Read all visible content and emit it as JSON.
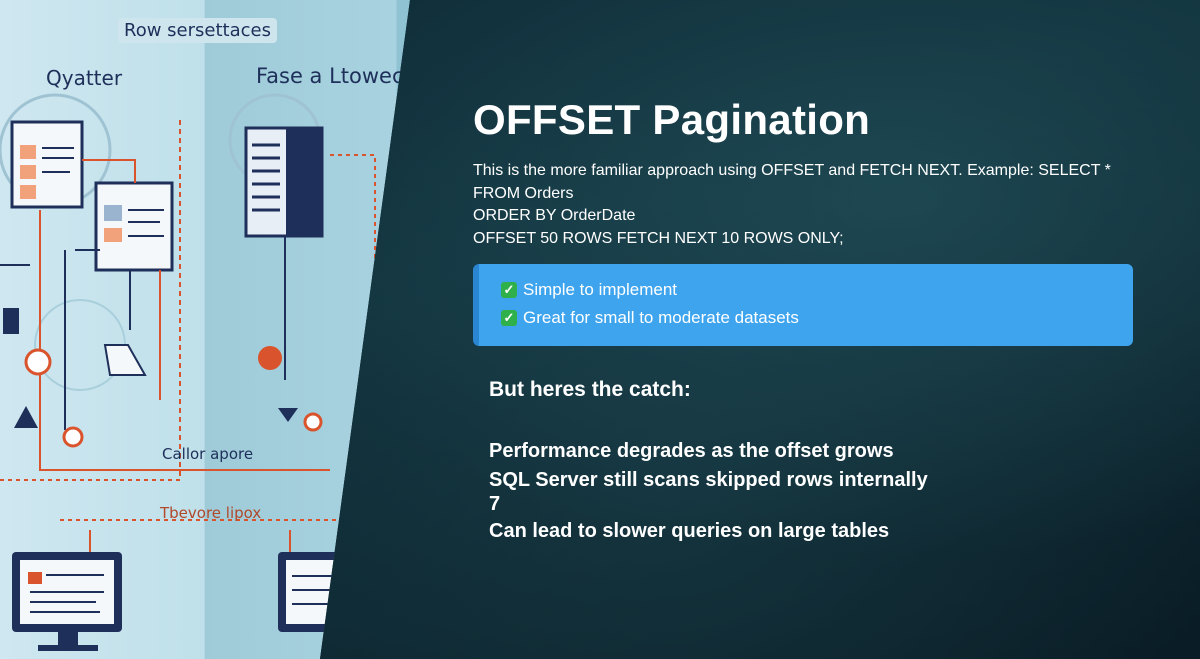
{
  "illustration": {
    "labels": {
      "top": "Row sersettaces",
      "left_header": "Qyatter",
      "right_header": "Fase a Ltowec",
      "middle": "Callor apore",
      "bottom": "Tbevore lipox"
    }
  },
  "slide": {
    "title": "OFFSET Pagination",
    "description_lines": [
      "This is the more familiar approach using OFFSET and FETCH NEXT. Example: SELECT *",
      "FROM Orders",
      "ORDER BY OrderDate",
      "OFFSET 50 ROWS FETCH NEXT 10 ROWS ONLY;"
    ],
    "pros": [
      {
        "icon": "check-icon",
        "text": "Simple to implement"
      },
      {
        "icon": "check-icon",
        "text": "Great for small to moderate datasets"
      }
    ],
    "catch_heading": "But heres the catch:",
    "cons": [
      "Performance degrades as the offset grows",
      "SQL Server still scans skipped rows internally",
      "7",
      "Can lead to slower queries on large tables"
    ]
  },
  "colors": {
    "pros_box": "#3ea4ee",
    "check": "#2fb04a",
    "background_dark": "#0e2a36",
    "illustration_navy": "#1e2f5a",
    "illustration_accent": "#d9542c"
  }
}
